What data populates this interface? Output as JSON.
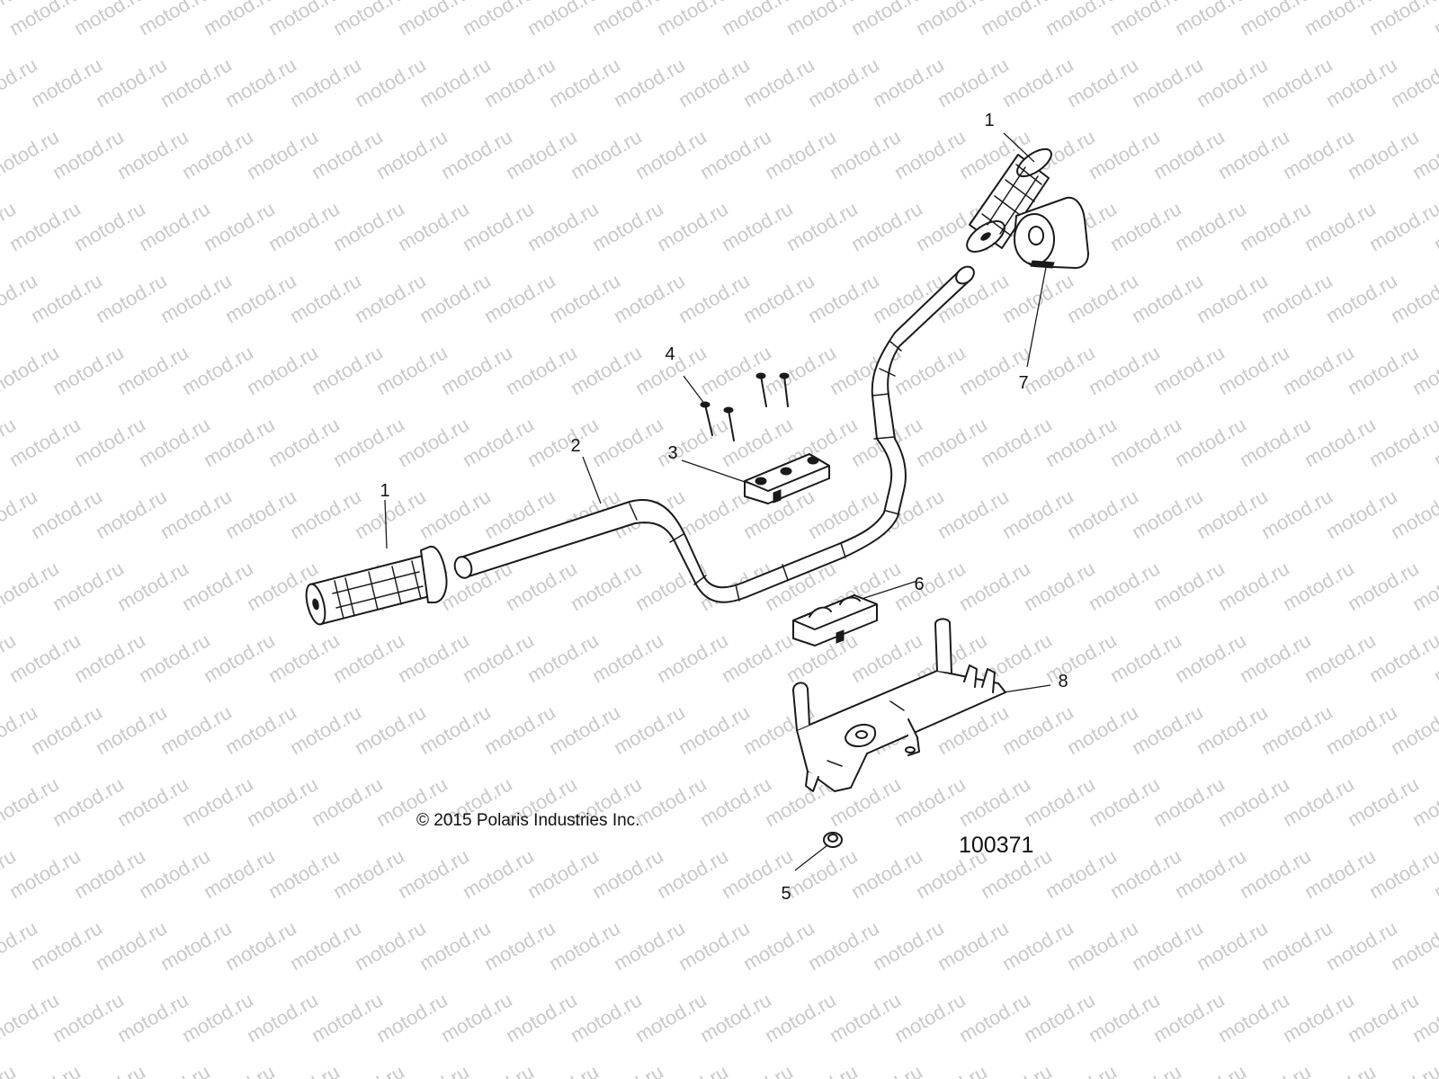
{
  "watermark": {
    "text": "motod.ru",
    "color": "#c9c9c9"
  },
  "copyright": "© 2015 Polaris Industries Inc.",
  "drawing_id": "100371",
  "callouts": {
    "grip_left": "1",
    "grip_right": "1",
    "handlebar": "2",
    "upper_clamp": "3",
    "screws": "4",
    "nut": "5",
    "lower_clamp": "6",
    "end_cap": "7",
    "bracket": "8"
  },
  "colors": {
    "line": "#1a1a1a",
    "background": "#ffffff"
  }
}
